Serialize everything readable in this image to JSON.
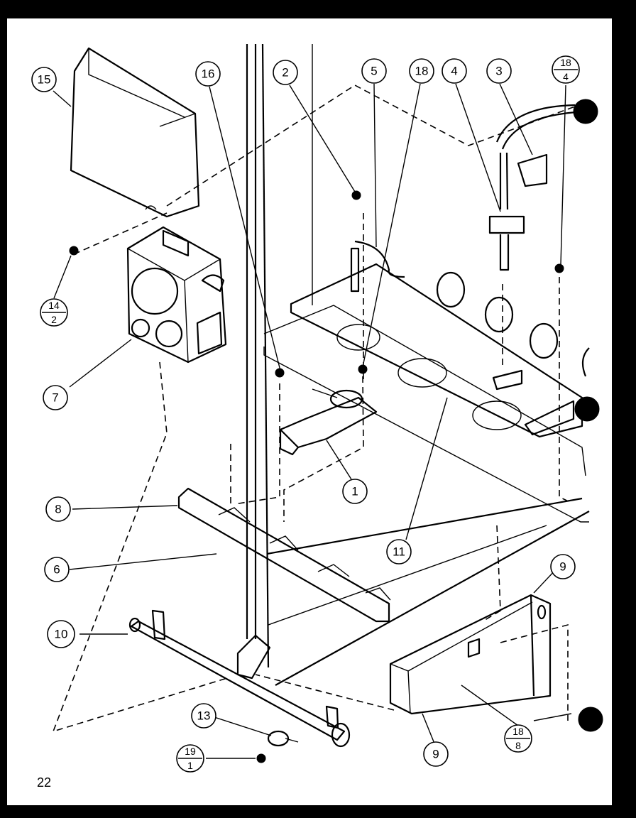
{
  "page_number": "22",
  "callouts": {
    "c1": "1",
    "c2": "2",
    "c3": "3",
    "c4": "4",
    "c5": "5",
    "c6": "6",
    "c7": "7",
    "c8": "8",
    "c9a": "9",
    "c9b": "9",
    "c10": "10",
    "c11": "11",
    "c13": "13",
    "c15": "15",
    "c16": "16",
    "c18": "18"
  },
  "fractions": {
    "f14_2": {
      "top": "14",
      "bottom": "2"
    },
    "f18_4": {
      "top": "18",
      "bottom": "4"
    },
    "f18_8": {
      "top": "18",
      "bottom": "8"
    },
    "f19_1": {
      "top": "19",
      "bottom": "1"
    }
  }
}
